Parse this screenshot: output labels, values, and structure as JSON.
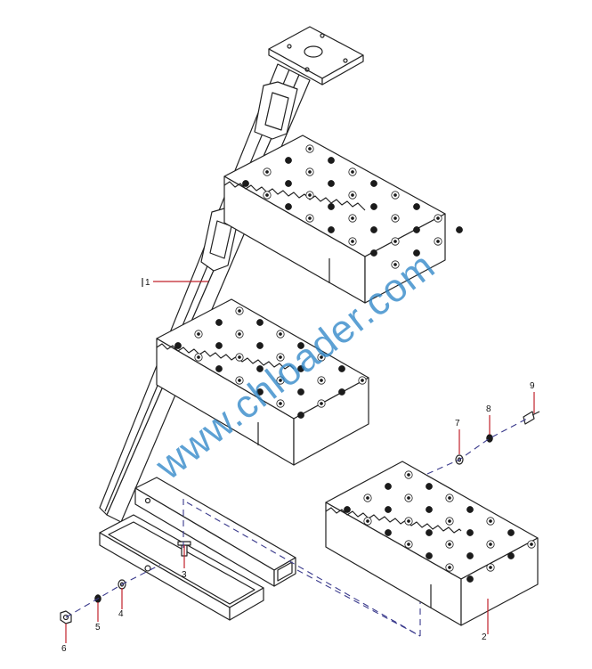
{
  "callouts": {
    "c1": "1",
    "c2": "2",
    "c3": "3",
    "c4": "4",
    "c5": "5",
    "c6": "6",
    "c7": "7",
    "c8": "8",
    "c9": "9"
  },
  "watermark": "www.chloader.com",
  "colors": {
    "line": "#222222",
    "leader": "#c0202a",
    "dash": "#3a3a8c",
    "watermark": "#2f86c8"
  }
}
